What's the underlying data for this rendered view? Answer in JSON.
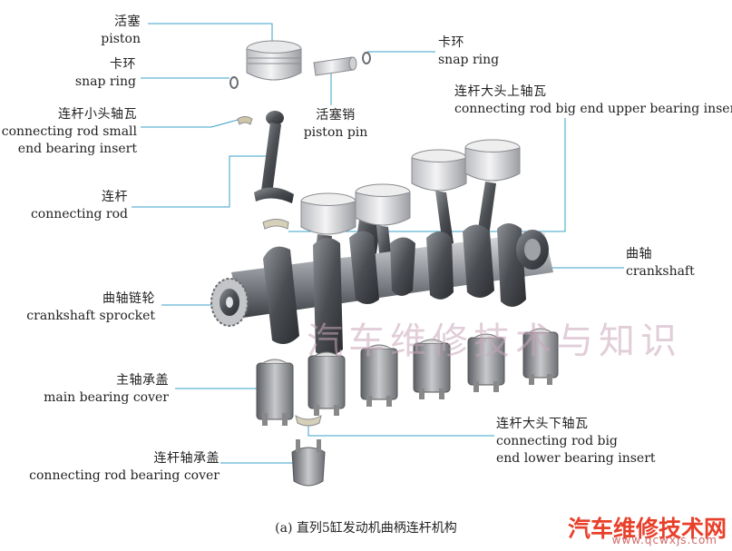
{
  "labels": {
    "piston": {
      "zh": "活塞",
      "en": "piston"
    },
    "snap_ring_left": {
      "zh": "卡环",
      "en": "snap ring"
    },
    "small_end_insert": {
      "zh": "连杆小头轴瓦",
      "en1": "connecting rod small",
      "en2": "end bearing insert"
    },
    "connecting_rod": {
      "zh": "连杆",
      "en": "connecting rod"
    },
    "snap_ring_right": {
      "zh": "卡环",
      "en": "snap ring"
    },
    "piston_pin": {
      "zh": "活塞销",
      "en": "piston pin"
    },
    "big_end_upper": {
      "zh": "连杆大头上轴瓦",
      "en": "connecting rod big end upper bearing insert"
    },
    "crankshaft": {
      "zh": "曲轴",
      "en": "crankshaft"
    },
    "sprocket": {
      "zh": "曲轴链轮",
      "en": "crankshaft sprocket"
    },
    "main_bearing_cover": {
      "zh": "主轴承盖",
      "en": "main bearing cover"
    },
    "big_end_lower": {
      "zh": "连杆大头下轴瓦",
      "en1": "connecting rod big",
      "en2": "end lower bearing insert"
    },
    "rod_bearing_cover": {
      "zh": "连杆轴承盖",
      "en": "connecting rod bearing cover"
    }
  },
  "caption": "(a) 直列5缸发动机曲柄连杆机构",
  "watermark": "汽车维修技术与知识",
  "brand": {
    "name": "汽车维修技术网",
    "url": "www.qcwxjs.com"
  },
  "colors": {
    "leader": "#3aa0c8",
    "watermark": "#c9a7ba",
    "brand": "#e8402a",
    "metal_dark": "#4a4d52",
    "metal_light": "#d9dadc"
  }
}
